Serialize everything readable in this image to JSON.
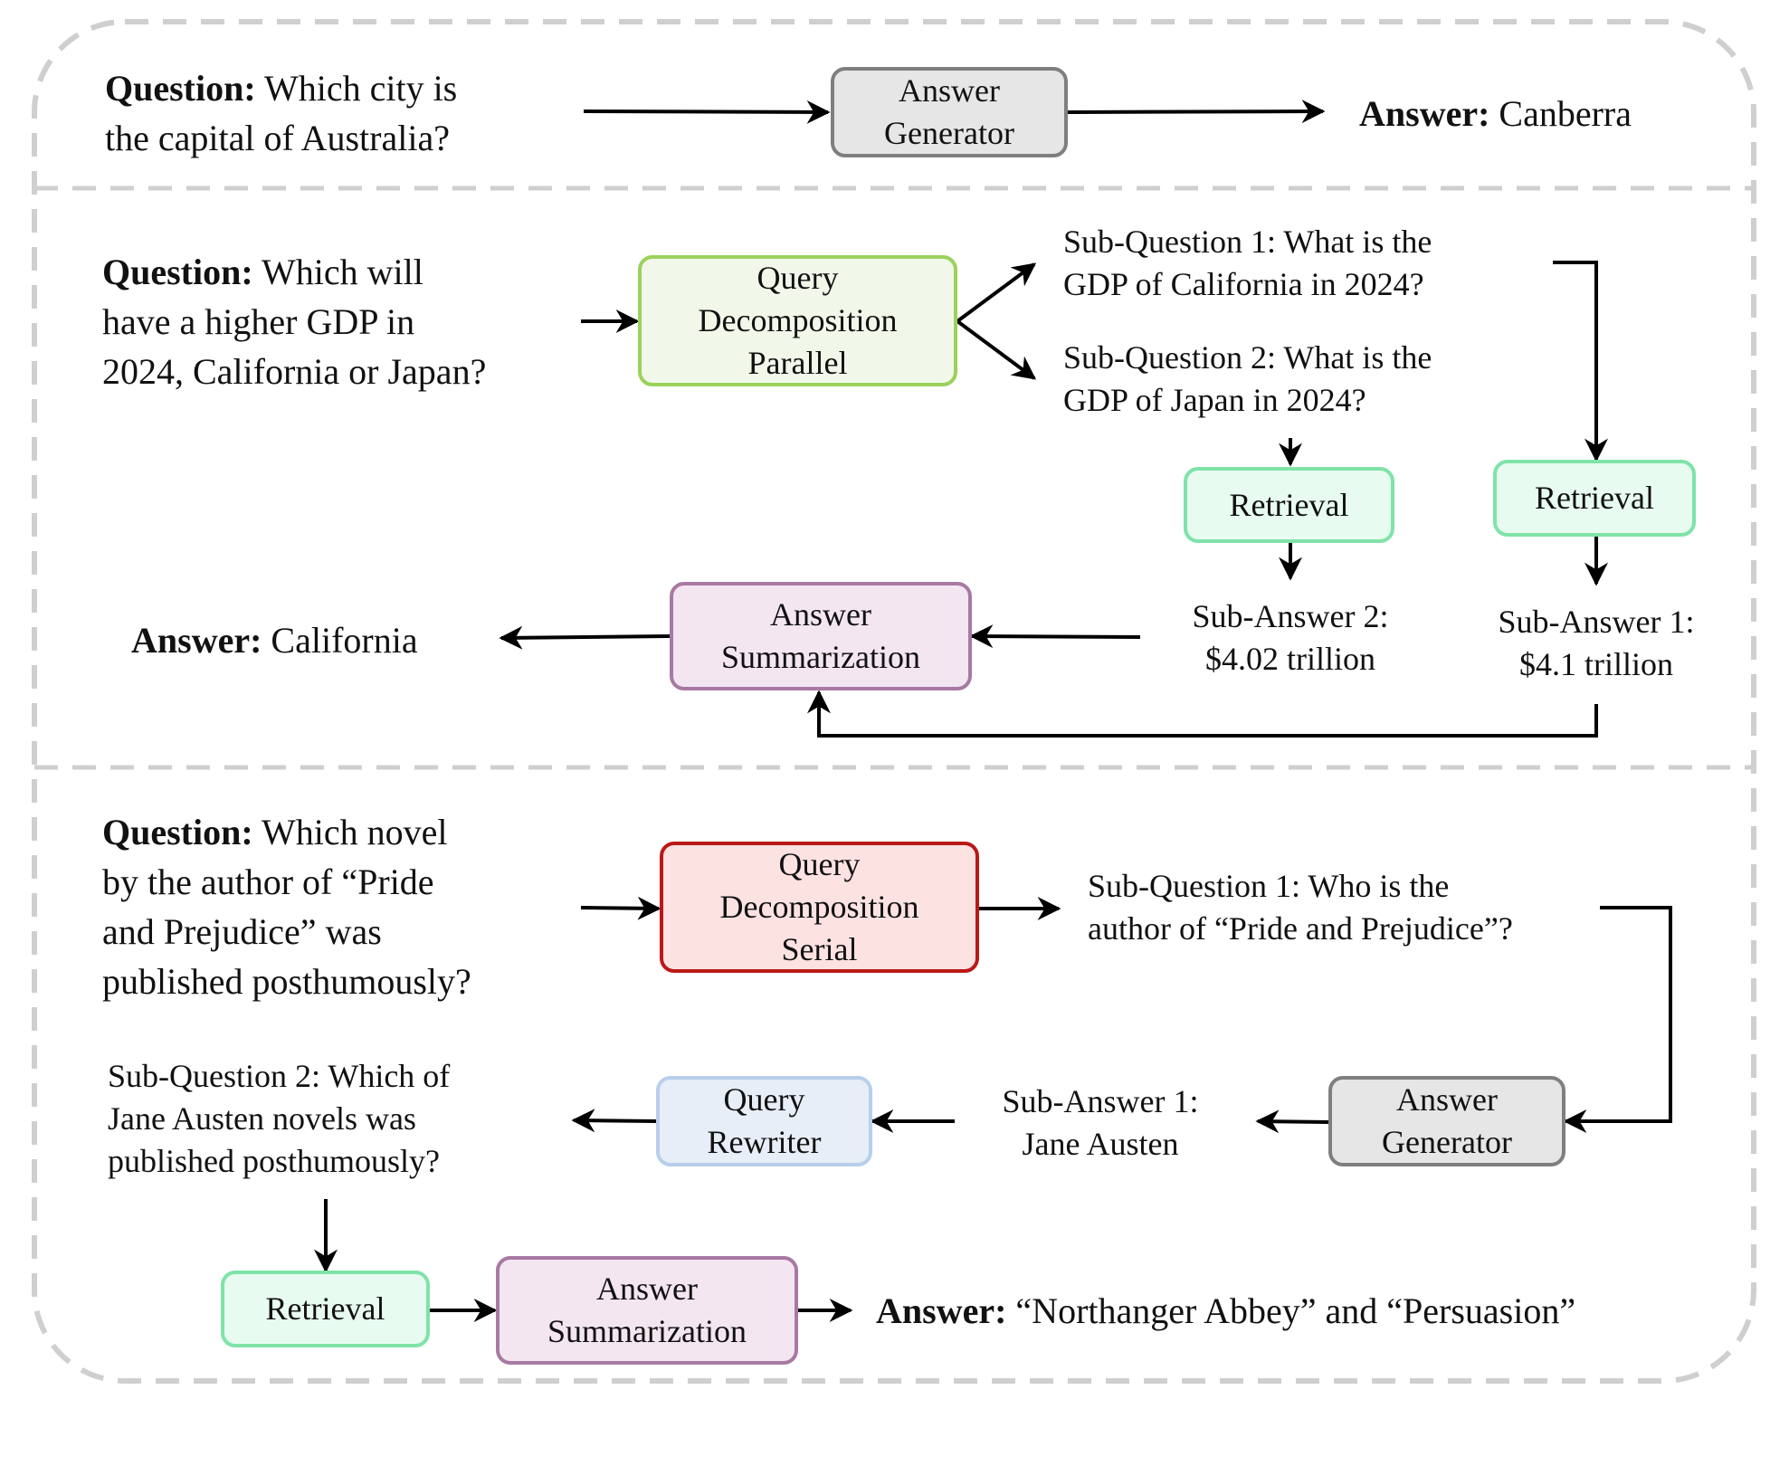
{
  "example_simple": {
    "question_label": "Question:",
    "question_line1": "Which city is",
    "question_line2": "the capital of Australia?",
    "generator": {
      "line1": "Answer",
      "line2": "Generator"
    },
    "answer_label": "Answer:",
    "answer_text": "Canberra"
  },
  "example_parallel": {
    "question_label": "Question:",
    "question_line1": "Which will",
    "question_line2": "have a higher GDP in",
    "question_line3": "2024, California or Japan?",
    "decomposition": {
      "line1": "Query",
      "line2": "Decomposition",
      "line3": "Parallel"
    },
    "sub_question_1": {
      "line1": "Sub-Question 1: What is the",
      "line2": "GDP of California in 2024?"
    },
    "sub_question_2": {
      "line1": "Sub-Question 2: What is the",
      "line2": "GDP of Japan in 2024?"
    },
    "retrieval_2": "Retrieval",
    "retrieval_1": "Retrieval",
    "sub_answer_2": {
      "line1": "Sub-Answer 2:",
      "line2": "$4.02 trillion"
    },
    "sub_answer_1": {
      "line1": "Sub-Answer 1:",
      "line2": "$4.1 trillion"
    },
    "summarization": {
      "line1": "Answer",
      "line2": "Summarization"
    },
    "answer_label": "Answer:",
    "answer_text": "California"
  },
  "example_serial": {
    "question_label": "Question:",
    "question_line1": "Which novel",
    "question_line2": "by the author of “Pride",
    "question_line3": "and Prejudice” was",
    "question_line4": "published posthumously?",
    "decomposition": {
      "line1": "Query",
      "line2": "Decomposition",
      "line3": "Serial"
    },
    "sub_question_1": {
      "line1": "Sub-Question 1: Who is the",
      "line2": "author of “Pride and Prejudice”?"
    },
    "generator": {
      "line1": "Answer",
      "line2": "Generator"
    },
    "sub_answer_1": {
      "line1": "Sub-Answer 1:",
      "line2": "Jane Austen"
    },
    "rewriter": {
      "line1": "Query",
      "line2": "Rewriter"
    },
    "sub_question_2": {
      "line1": "Sub-Question 2: Which of",
      "line2": "Jane Austen novels was",
      "line3": "published posthumously?"
    },
    "retrieval": "Retrieval",
    "summarization": {
      "line1": "Answer",
      "line2": "Summarization"
    },
    "answer_label": "Answer:",
    "answer_text": "“Northanger Abbey” and “Persuasion”"
  }
}
